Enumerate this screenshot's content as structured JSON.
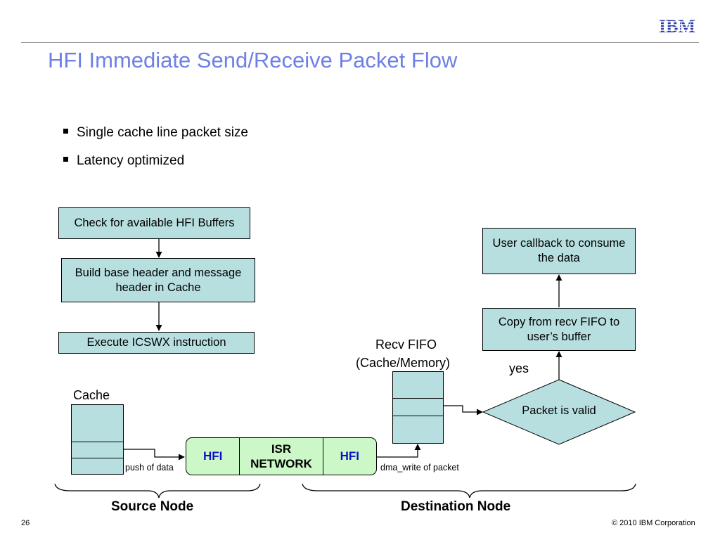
{
  "header": {
    "logo_text": "IBM",
    "title": "HFI Immediate Send/Receive Packet Flow"
  },
  "bullets": [
    "Single cache line packet size",
    "Latency optimized"
  ],
  "source_steps": [
    "Check for available HFI Buffers",
    "Build base header and message header in Cache",
    "Execute ICSWX instruction"
  ],
  "dest_steps": {
    "callback": "User callback to consume the data",
    "copy": "Copy from recv FIFO to user’s buffer",
    "decision": "Packet is valid",
    "yes_label": "yes"
  },
  "labels": {
    "cache": "Cache",
    "recv_fifo_line1": "Recv FIFO",
    "recv_fifo_line2": "(Cache/Memory)",
    "push": "push of data",
    "dma": "dma_write of packet"
  },
  "network": {
    "left": "HFI",
    "center_line1": "ISR",
    "center_line2": "NETWORK",
    "right": "HFI"
  },
  "nodes": {
    "source": "Source Node",
    "destination": "Destination Node"
  },
  "footer": {
    "page_number": "26",
    "copyright": "© 2010 IBM Corporation"
  },
  "colors": {
    "title": "#6e80e6",
    "box_fill": "#b8dfe0",
    "network_fill": "#ccf8c8",
    "hfi_text": "#1010cc"
  }
}
